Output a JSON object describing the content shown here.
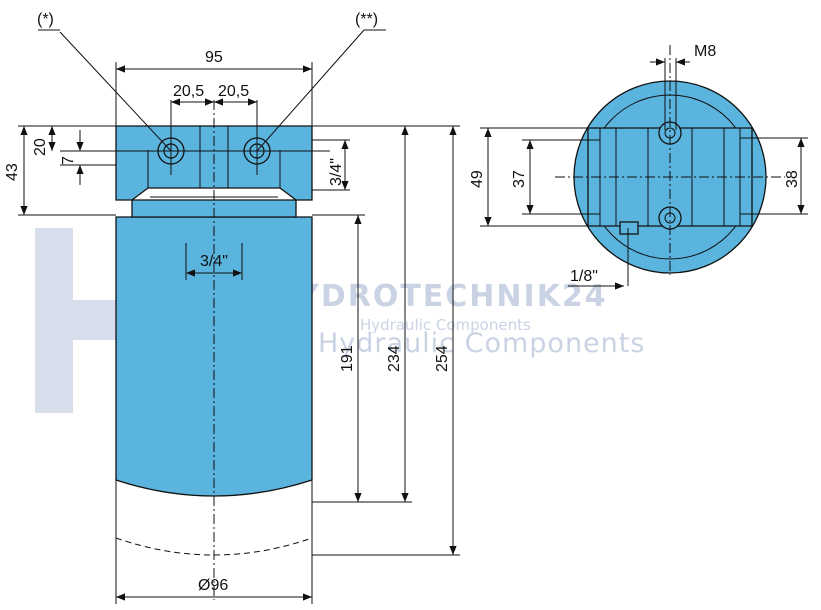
{
  "drawing": {
    "colors": {
      "body": "#5ab4de",
      "line": "#111111",
      "watermark": "#c9d3e4"
    },
    "markers": {
      "port_a": "(*)",
      "port_b": "(**)"
    },
    "side_view": {
      "width_top": "95",
      "half_left": "20,5",
      "half_right": "20,5",
      "head_h1": "20",
      "head_h2": "7",
      "head_h3": "43",
      "port_size": "3/4\"",
      "outlet_size": "3/4\"",
      "len_191": "191",
      "len_234": "234",
      "len_254": "254",
      "diameter": "Ø96"
    },
    "top_view": {
      "thread": "M8",
      "dim_49": "49",
      "dim_37": "37",
      "dim_38": "38",
      "gauge": "1/8\""
    },
    "watermark": {
      "brand": "HYDROTECHNIK24",
      "line1": "Hydraulic Components",
      "line2": "Hydraulic Components"
    }
  }
}
